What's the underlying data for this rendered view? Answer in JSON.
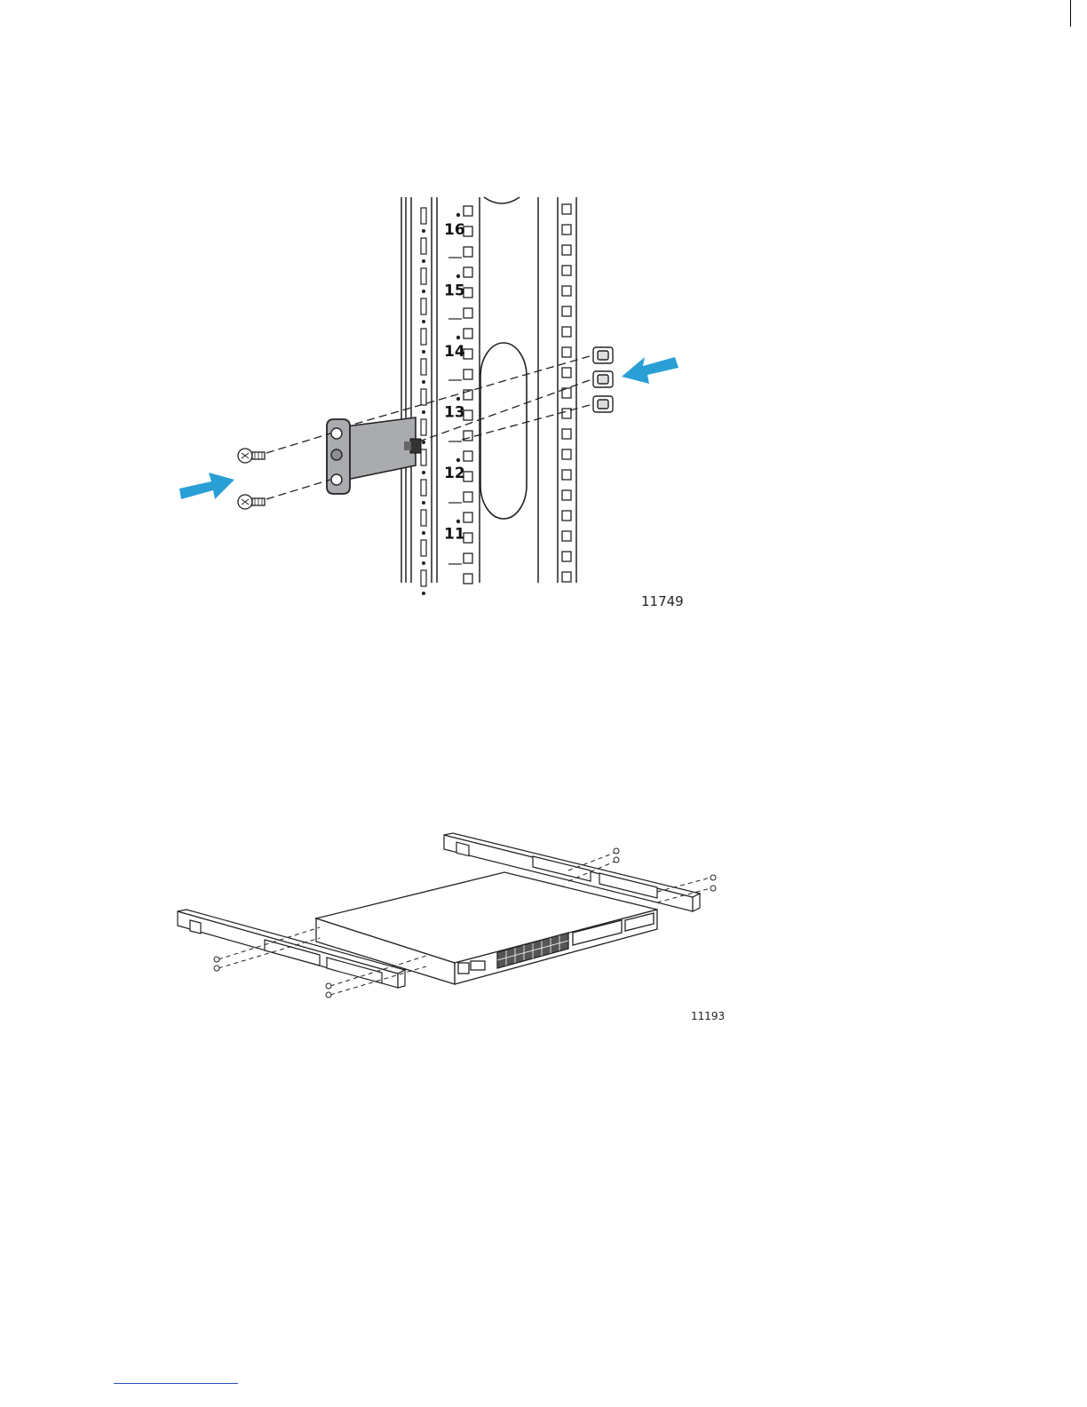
{
  "figures": [
    {
      "figure_number": "11749",
      "rack_unit_labels": [
        "16",
        "15",
        "14",
        "13",
        "12",
        "11"
      ],
      "arrow_color": "#2a9fd6"
    },
    {
      "figure_number": "11193"
    }
  ]
}
